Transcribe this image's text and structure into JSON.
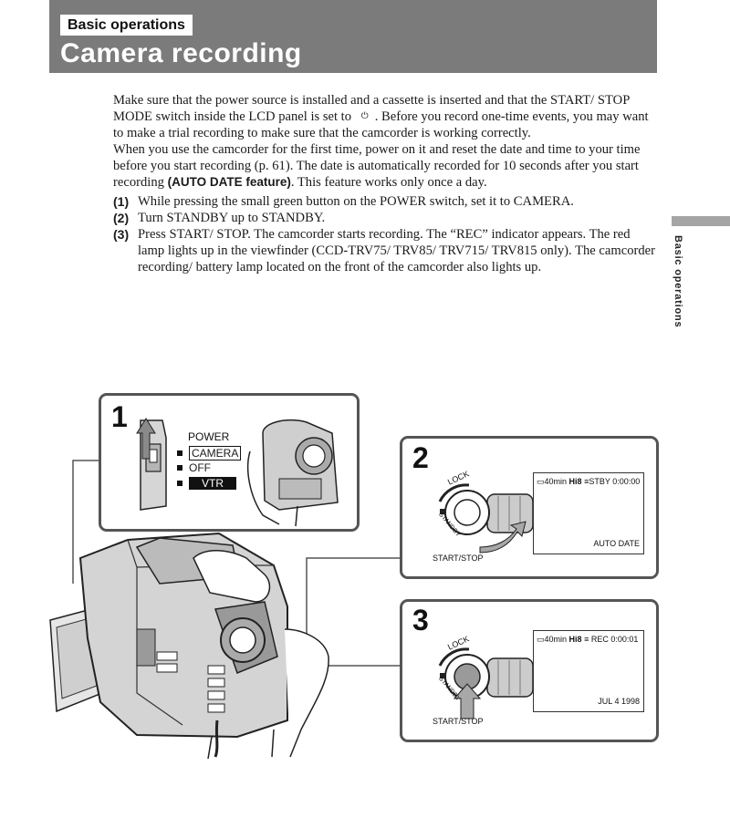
{
  "header": {
    "section": "Basic operations",
    "title": "Camera recording"
  },
  "side_tab": {
    "label": "Basic operations"
  },
  "intro": {
    "p1_before_icon": "Make sure that the power source is installed and a cassette is inserted and that the START/ STOP MODE switch inside the LCD panel is set to",
    "mode_icon": "⏻",
    "p1_after_icon": ". Before you record one-time events, you may want to make a trial recording to make sure that the camcorder is working correctly.",
    "p2_before_bold": "When you use the camcorder for the first time, power on it and reset the date and time to your time before you start recording (p. 61). The date is automatically recorded for 10 seconds after you start recording ",
    "p2_bold": "(AUTO DATE feature)",
    "p2_after_bold": ".  This feature works only once a day."
  },
  "steps": [
    {
      "num": "(1)",
      "text": "While pressing the small green button on the POWER switch, set it to CAMERA."
    },
    {
      "num": "(2)",
      "text": "Turn STANDBY up to STANDBY."
    },
    {
      "num": "(3)",
      "text": "Press START/ STOP. The camcorder starts recording.  The “REC” indicator appears. The red lamp lights up in the viewfinder (CCD-TRV75/ TRV85/ TRV715/ TRV815 only). The camcorder recording/ battery lamp located on the front of the camcorder also lights up."
    }
  ],
  "figure": {
    "panel1": {
      "num": "1",
      "power_label": "POWER",
      "positions": [
        "CAMERA",
        "OFF",
        "VTR"
      ]
    },
    "panel2": {
      "num": "2",
      "dial_lock": "LOCK",
      "dial_standby": "STANDBY",
      "button_label": "START/STOP",
      "lcd_tape": "40min",
      "lcd_format": "Hi8",
      "lcd_status": "STBY 0:00:00",
      "lcd_bottom": "AUTO DATE"
    },
    "panel3": {
      "num": "3",
      "dial_lock": "LOCK",
      "dial_standby": "STANDBY",
      "button_label": "START/STOP",
      "lcd_tape": "40min",
      "lcd_format": "Hi8",
      "lcd_status": "REC  0:00:01",
      "lcd_bottom": "JUL   4 1998"
    }
  }
}
